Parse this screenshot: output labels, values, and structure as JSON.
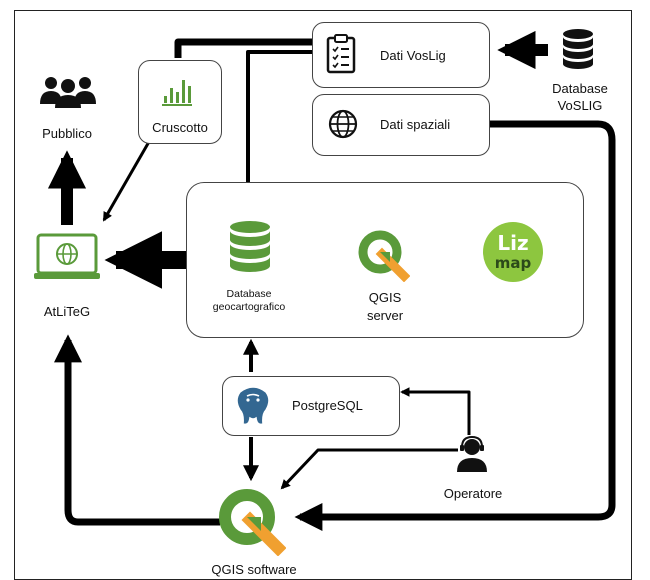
{
  "nodes": {
    "pubblico": "Pubblico",
    "cruscotto": "Cruscotto",
    "atliteg": "AtLiTeG",
    "dati_voslig": "Dati VosLig",
    "database_voslig_line1": "Database",
    "database_voslig_line2": "VoSLIG",
    "dati_spaziali": "Dati spaziali",
    "db_geocart_line1": "Database",
    "db_geocart_line2": "geocartografico",
    "qgis_server_line1": "QGIS",
    "qgis_server_line2": "server",
    "lizmap_line1": "Liz",
    "lizmap_line2": "map",
    "postgresql": "PostgreSQL",
    "operatore": "Operatore",
    "qgis_software": "QGIS software"
  },
  "colors": {
    "green": "#5a9a3a",
    "green_light": "#8dc63f",
    "qgis_orange": "#f0a030",
    "pg_blue": "#336791",
    "arrow": "#000000"
  },
  "icons": [
    "people-icon",
    "bar-chart-icon",
    "monitor-globe-icon",
    "clipboard-icon",
    "database-icon",
    "globe-icon",
    "qgis-logo-icon",
    "lizmap-logo-icon",
    "postgresql-elephant-icon",
    "operator-headset-icon"
  ]
}
